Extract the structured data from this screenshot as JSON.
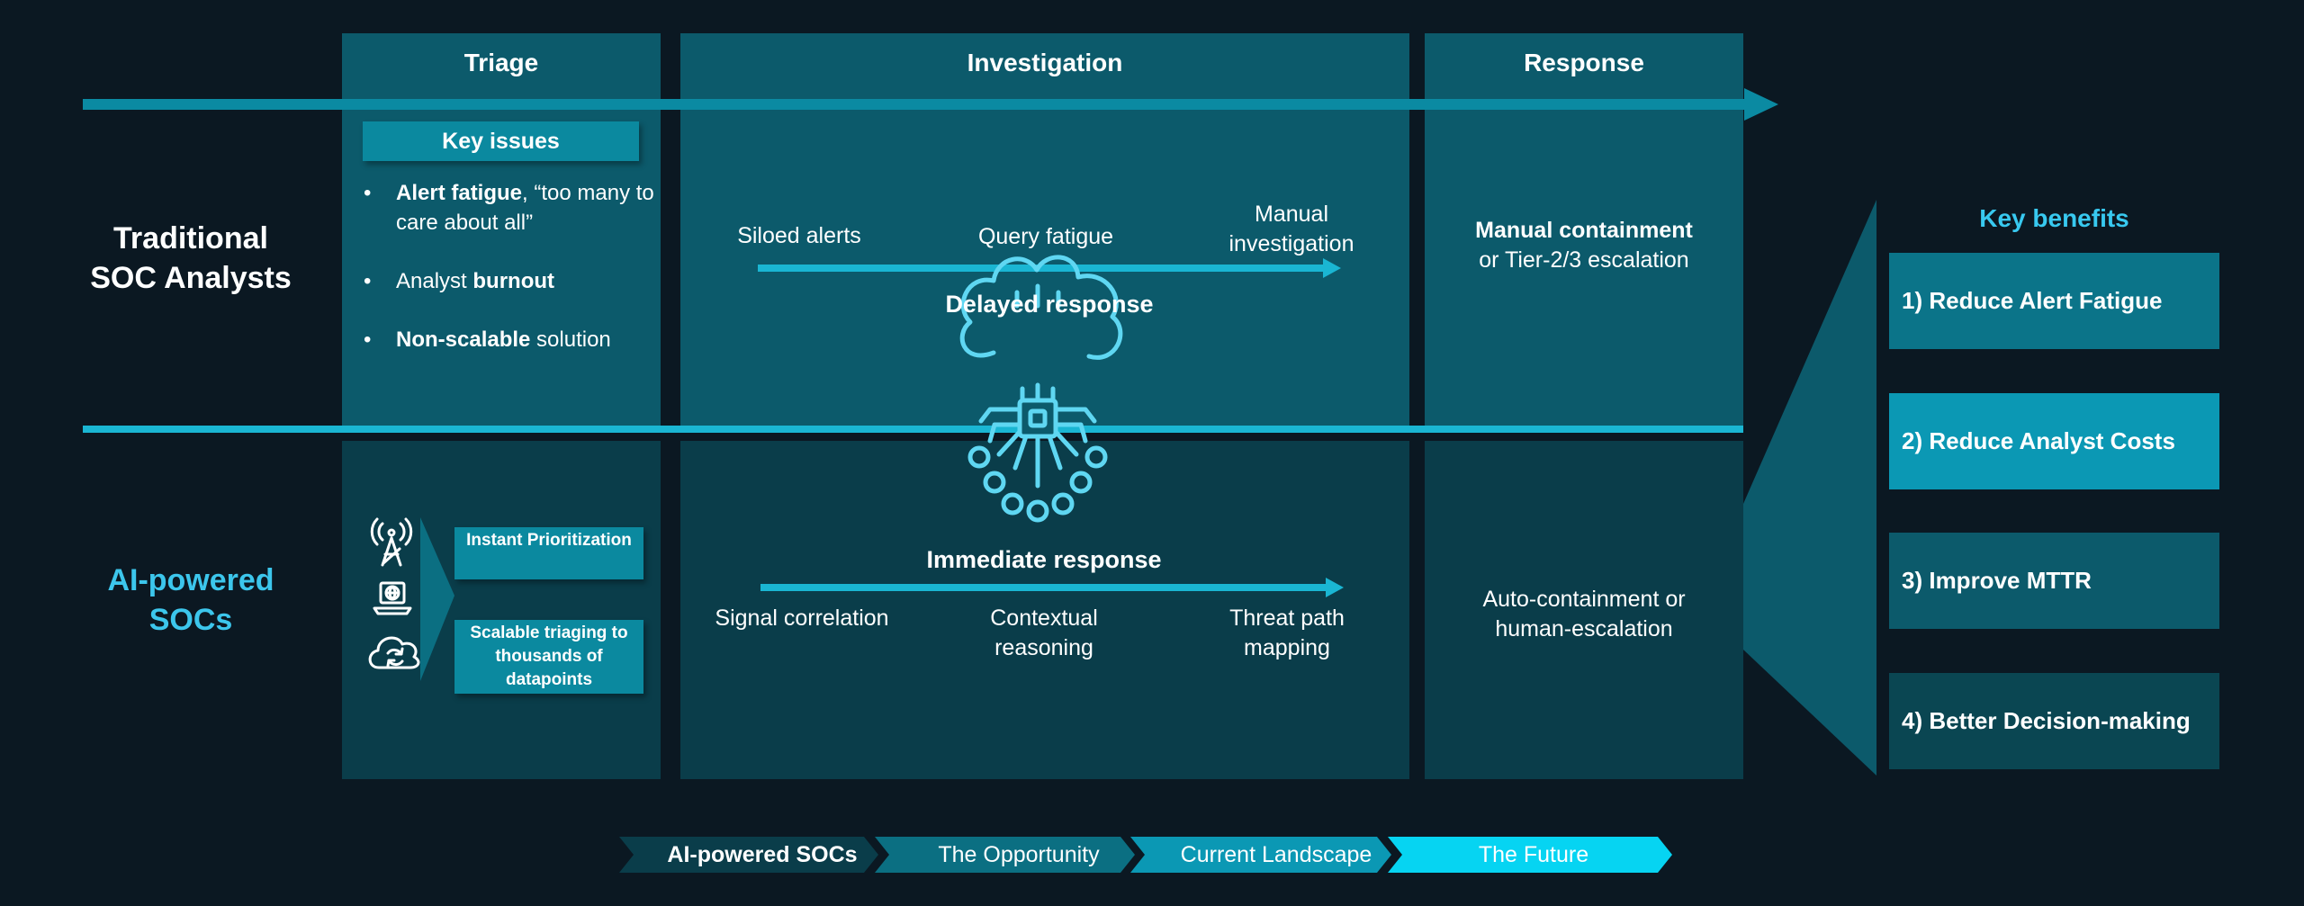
{
  "columns": {
    "triage": "Triage",
    "investigation": "Investigation",
    "response": "Response"
  },
  "rows": {
    "traditional": [
      "Traditional",
      "SOC Analysts"
    ],
    "ai": [
      "AI-powered",
      "SOCs"
    ]
  },
  "triage_traditional": {
    "key_issues": "Key issues",
    "bullets": [
      {
        "bold": "Alert fatigue",
        "rest": ", “too many to care about all”"
      },
      {
        "pre": "Analyst ",
        "bold": "burnout"
      },
      {
        "bold": "Non-scalable",
        "rest": " solution"
      }
    ]
  },
  "investigation_traditional": {
    "steps": [
      "Siloed alerts",
      "Query fatigue",
      "Manual investigation"
    ],
    "caption": "Delayed response"
  },
  "response_traditional": {
    "bold": "Manual containment",
    "rest": "or Tier-2/3 escalation"
  },
  "triage_ai": {
    "boxes": [
      "Instant Prioritization",
      "Scalable triaging to thousands of datapoints"
    ],
    "icons": [
      "cell-tower-icon",
      "laptop-globe-icon",
      "cloud-sync-icon"
    ]
  },
  "investigation_ai": {
    "caption": "Immediate response",
    "steps": [
      "Signal correlation",
      "Contextual reasoning",
      "Threat path mapping"
    ]
  },
  "response_ai": {
    "text": "Auto-containment or human-escalation"
  },
  "benefits": {
    "title": "Key benefits",
    "items": [
      "1) Reduce Alert Fatigue",
      "2) Reduce Analyst Costs",
      "3) Improve MTTR",
      "4) Better Decision-making"
    ]
  },
  "nav_tags": [
    "AI-powered SOCs",
    "The Opportunity",
    "Current Landscape",
    "The Future"
  ],
  "colors": {
    "background": "#0b1822",
    "panel_top": "#0c5a6b",
    "panel_bottom": "#0a3d4a",
    "accent_arrow": "#1ab6d3",
    "ai_label": "#3cc6ec",
    "benefit_title": "#38c9f0"
  }
}
